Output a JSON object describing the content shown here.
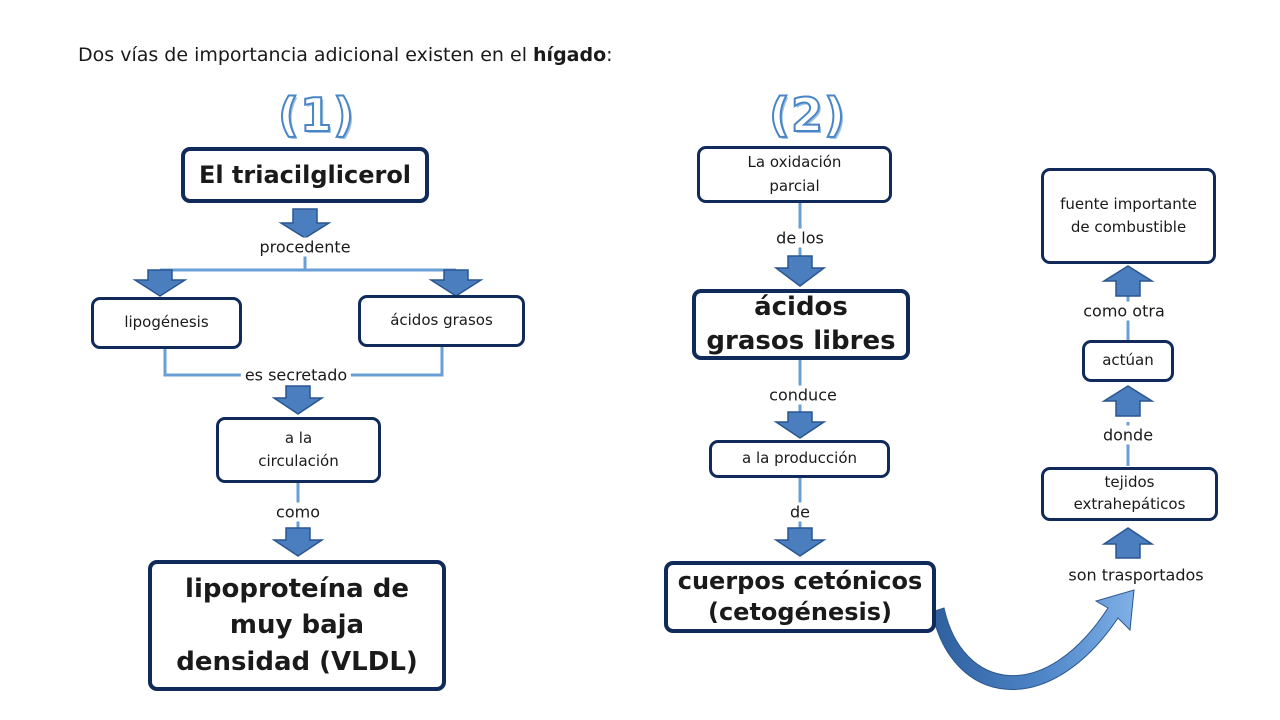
{
  "intro": {
    "text": "Dos vías de importancia adicional existen en el ",
    "bold": "hígado",
    "suffix": ":"
  },
  "headings": {
    "left": "(1)",
    "right": "(2)"
  },
  "left_flow": {
    "top": "El triacilglicerol",
    "procedente": "procedente",
    "lipogenesis": "lipogénesis",
    "acidos_grasos": "ácidos grasos",
    "es_secretado": "es secretado",
    "circulacion": "a la circulación",
    "como": "como",
    "bottom": "lipoproteína de muy baja densidad (VLDL)"
  },
  "middle_flow": {
    "oxidacion": "La oxidación parcial",
    "de_los": "de los",
    "acidos_libres": "ácidos grasos libres",
    "conduce": "conduce",
    "produccion": "a la producción",
    "de": "de",
    "cuerpos": "cuerpos cetónicos (cetogénesis)"
  },
  "right_flow": {
    "son_trasportados": "son trasportados",
    "tejidos": "tejidos extrahepáticos",
    "donde": "donde",
    "actuan": "actúan",
    "como_otra": "como otra",
    "fuente": "fuente importante de combustible"
  },
  "colors": {
    "box_border": "#102a5a",
    "connector": "#4f8fd1",
    "arrow_fill": "#4a7ebf",
    "arrow_stroke": "#2a5690",
    "heading_outline": "#4a86c5",
    "curved_arrow_dark": "#2e5f9e",
    "curved_arrow_light": "#6fa3dc"
  }
}
